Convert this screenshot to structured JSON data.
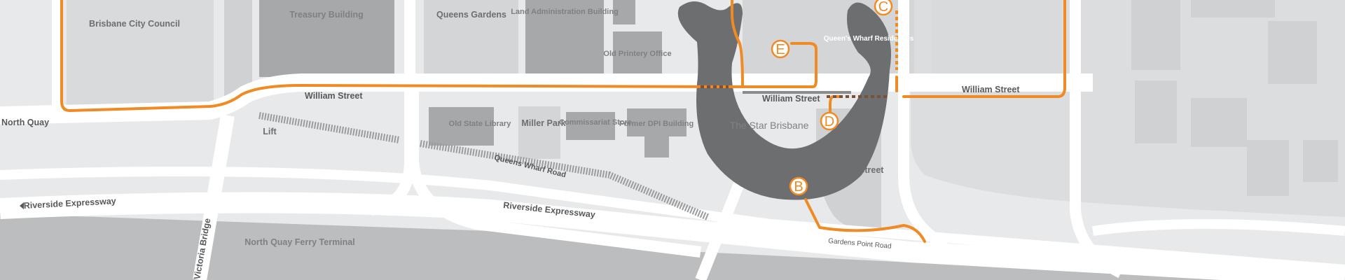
{
  "colors": {
    "route": "#f08a24",
    "building": "#a7a8aa",
    "landmark": "#6d6e70",
    "ground": "#e8e9ea",
    "road": "#ffffff"
  },
  "buildings": {
    "brisbane_city_council": "Brisbane City Council",
    "treasury": "Treasury Building",
    "queens_gardens": "Queens Gardens",
    "land_admin": "Land Administration Building",
    "old_printery": "Old Printery Office",
    "old_state_library": "Old State Library",
    "miller_park": "Miller Park",
    "commissariat": "Commissariat Store",
    "former_dpi": "Former DPI Building",
    "star": "The Star Brisbane",
    "qw_residences": "Queen's Wharf Residences",
    "one_william": "1 William Street",
    "ferry": "North Quay Ferry Terminal",
    "lift": "Lift"
  },
  "streets": {
    "north_quay": "North Quay",
    "william_1": "William Street",
    "william_2": "William Street",
    "william_3": "William Street",
    "queens_wharf_road": "Queens Wharf Road",
    "riverside_1": "Riverside Expressway",
    "riverside_2": "Riverside Expressway",
    "victoria_bridge": "Victoria Bridge",
    "gardens_point": "Gardens Point Road"
  },
  "stops": [
    "B",
    "C",
    "D",
    "E"
  ]
}
